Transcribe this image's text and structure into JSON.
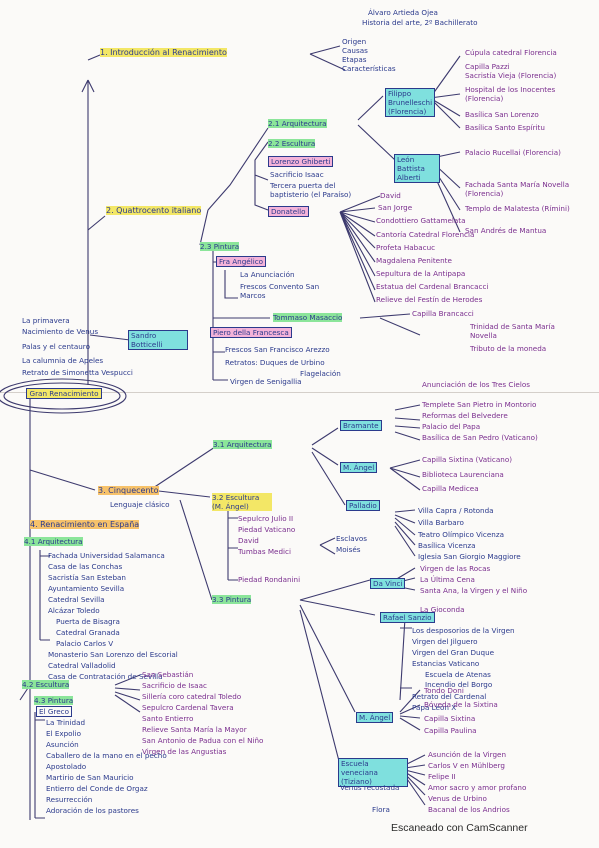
{
  "header": {
    "line1": "Álvaro Artieda Ojea",
    "line2": "Historia del arte, 2º Bachillerato"
  },
  "sec1": {
    "label": "1. Introducción al Renacimiento",
    "items": [
      "Origen",
      "Causas",
      "Etapas",
      "Características"
    ]
  },
  "sec2": {
    "label": "2. Quattrocento italiano",
    "arch": {
      "label": "2.1 Arquitectura",
      "brunelleschi": {
        "label": "Filippo Brunelleschi (Florencia)",
        "works": [
          "Cúpula catedral Florencia",
          "Capilla Pazzi",
          "Sacristía Vieja (Florencia)",
          "Hospital de los Inocentes (Florencia)",
          "Basílica San Lorenzo",
          "Basílica Santo Espíritu"
        ]
      },
      "alberti": {
        "label": "León Battista Alberti",
        "works": [
          "Palacio Rucellai (Florencia)",
          "Fachada Santa María Novella (Florencia)",
          "Templo de Malatesta (Rímini)",
          "San Andrés de Mantua"
        ]
      }
    },
    "escultura": {
      "label": "2.2 Escultura",
      "ghiberti": {
        "label": "Lorenzo Ghiberti",
        "works": [
          "Sacrificio Isaac",
          "Tercera puerta del baptisterio (el Paraíso)"
        ]
      },
      "donatello": {
        "label": "Donatello",
        "works": [
          "David",
          "San Jorge",
          "Condottiero Gattamelata",
          "Cantoría Catedral Florencia",
          "Profeta Habacuc",
          "Magdalena Penitente",
          "Sepultura de la Antipapa",
          "Estatua del Cardenal Brancacci",
          "Relieve del Festín de Herodes"
        ]
      }
    },
    "pintura": {
      "label": "2.3 Pintura",
      "angelico": {
        "label": "Fra Angélico",
        "works": [
          "La Anunciación",
          "Frescos Convento San Marcos"
        ]
      },
      "masaccio": {
        "label": "Tommaso Masaccio",
        "works": [
          "Capilla Brancacci",
          "Trinidad de Santa María Novella",
          "Tributo de la moneda"
        ]
      },
      "francesca": {
        "label": "Piero della Francesca",
        "works": [
          "Frescos San Francisco Arezzo",
          "Retratos: Duques de Urbino",
          "Flagelación"
        ]
      },
      "botticelli": {
        "label": "Sandro Botticelli",
        "works": [
          "La primavera",
          "Nacimiento de Venus",
          "Palas y el centauro",
          "La calumnia de Apeles",
          "Retrato de Simonetta Vespucci"
        ]
      },
      "other": [
        "Virgen de Senigallia",
        "Anunciación de los Tres Cielos"
      ]
    }
  },
  "sec3": {
    "label": "3. Cinquecento",
    "sub": "Lenguaje clásico",
    "arch": {
      "label": "3.1 Arquitectura",
      "bramante": {
        "label": "Bramante",
        "works": [
          "Templete San Pietro in Montorio",
          "Reformas del Belvedere",
          "Palacio del Papa",
          "Basílica de San Pedro (Vaticano)"
        ]
      },
      "miguel": {
        "label": "M. Ángel",
        "works": [
          "Capilla Sixtina (Vaticano)",
          "Biblioteca Laurenciana",
          "Capilla Medicea"
        ]
      },
      "palladio": {
        "label": "Palladio",
        "works": [
          "Villa Capra / Rotonda",
          "Villa Barbaro",
          "Teatro Olímpico Vicenza",
          "Basílica Vicenza",
          "Iglesia San Giorgio Maggiore"
        ]
      }
    },
    "esc": {
      "label": "3.2 Escultura (M. Ángel)",
      "works": [
        "Sepulcro Julio II",
        "Piedad Vaticano",
        "David",
        "Tumbas Medici",
        "Esclavos",
        "Moisés",
        "Piedad Rondanini"
      ]
    },
    "pin": {
      "label": "3.3 Pintura",
      "davinci": {
        "label": "Da Vinci",
        "works": [
          "Virgen de las Rocas",
          "La Última Cena",
          "Santa Ana, la Virgen y el Niño",
          "La Gioconda"
        ]
      },
      "rafael": {
        "label": "Rafael Sanzio",
        "works": [
          "Los desposorios de la Virgen",
          "Virgen del Jilguero",
          "Virgen del Gran Duque",
          "Estancias Vaticano",
          "Escuela de Atenas",
          "Incendio del Borgo",
          "Retrato del Cardenal",
          "Papa León X"
        ]
      },
      "mangel": {
        "label": "M. Ángel",
        "works": [
          "Tondo Doni",
          "Bóveda de la Sixtina",
          "Capilla Sixtina",
          "Capilla Paulina"
        ]
      },
      "venecia": {
        "label": "Escuela veneciana (Tiziano)",
        "works": [
          "Asunción de la Virgen",
          "Carlos V en Mühlberg",
          "Felipe II",
          "Amor sacro y amor profano",
          "Venus de Urbino",
          "Bacanal de los Andrios"
        ],
        "notes": [
          "Venus recostada",
          "Flora"
        ]
      }
    }
  },
  "sec4": {
    "label": "4. Renacimiento en España",
    "arch": {
      "label": "4.1 Arquitectura",
      "works": [
        "Fachada Universidad Salamanca",
        "Casa de las Conchas",
        "Sacristía San Esteban",
        "Ayuntamiento Sevilla",
        "Catedral Sevilla",
        "Alcázar Toledo",
        "Puerta de Bisagra",
        "Catedral Granada",
        "Palacio Carlos V",
        "Monasterio San Lorenzo del Escorial",
        "Catedral Valladolid",
        "Casa de Contratación de Sevilla"
      ]
    },
    "esc": {
      "label": "4.2 Escultura",
      "works": [
        "San Sebastián",
        "Sacrificio de Isaac",
        "Sillería coro catedral Toledo",
        "Sepulcro Cardenal Tavera",
        "Santo Entierro",
        "Relieve Santa María la Mayor",
        "San Antonio de Padua con el Niño",
        "Virgen de las Angustias"
      ]
    },
    "pin": {
      "label": "4.3 Pintura",
      "artist": "El Greco",
      "works": [
        "La Trinidad",
        "El Expolio",
        "Asunción",
        "Caballero de la mano en el pecho",
        "Apostolado",
        "Martirio de San Mauricio",
        "Entierro del Conde de Orgaz",
        "Resurrección",
        "Adoración de los pastores"
      ]
    }
  },
  "center": {
    "label": "Gran Renacimiento"
  },
  "footer": "Escaneado con CamScanner"
}
